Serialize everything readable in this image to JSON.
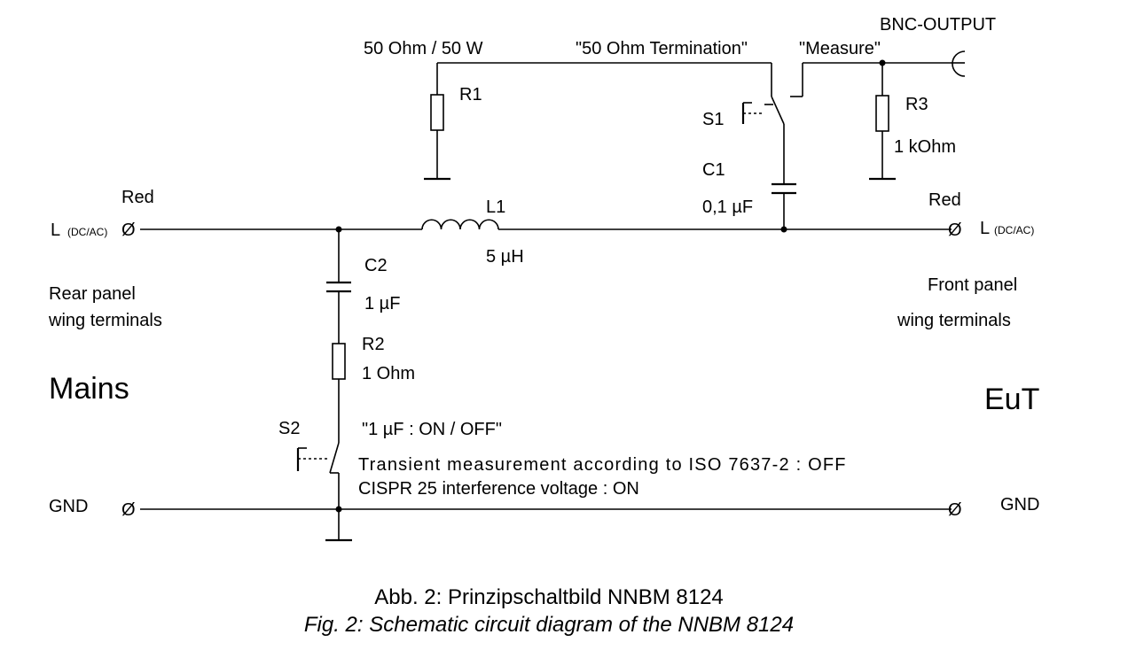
{
  "labels": {
    "bnc_output": "BNC-OUTPUT",
    "r1_rating": "50 Ohm / 50 W",
    "termination": "\"50 Ohm Termination\"",
    "measure": "\"Measure\"",
    "r1": "R1",
    "r3": "R3",
    "r3_value": "1 kOhm",
    "s1": "S1",
    "c1": "C1",
    "c1_value": "0,1 µF",
    "red_left": "Red",
    "red_right": "Red",
    "l_left": "L",
    "l_left_sub": "(DC/AC)",
    "l_right": "L",
    "l_right_sub": "(DC/AC)",
    "l1": "L1",
    "l1_value": "5 µH",
    "c2": "C2",
    "c2_value": "1 µF",
    "rear_panel_1": "Rear panel",
    "rear_panel_2": "wing terminals",
    "front_panel_1": "Front panel",
    "front_panel_2": "wing terminals",
    "r2": "R2",
    "r2_value": "1 Ohm",
    "mains": "Mains",
    "eut": "EuT",
    "s2": "S2",
    "s2_function": "\"1 µF : ON / OFF\"",
    "transient": "Transient measurement according to ISO 7637-2 : OFF",
    "cispr": "CISPR 25 interference voltage : ON",
    "gnd_left": "GND",
    "gnd_right": "GND",
    "terminal_symbol": "Ø"
  },
  "caption": {
    "german": "Abb. 2: Prinzipschaltbild NNBM 8124",
    "english": "Fig. 2: Schematic circuit diagram of the NNBM 8124"
  }
}
